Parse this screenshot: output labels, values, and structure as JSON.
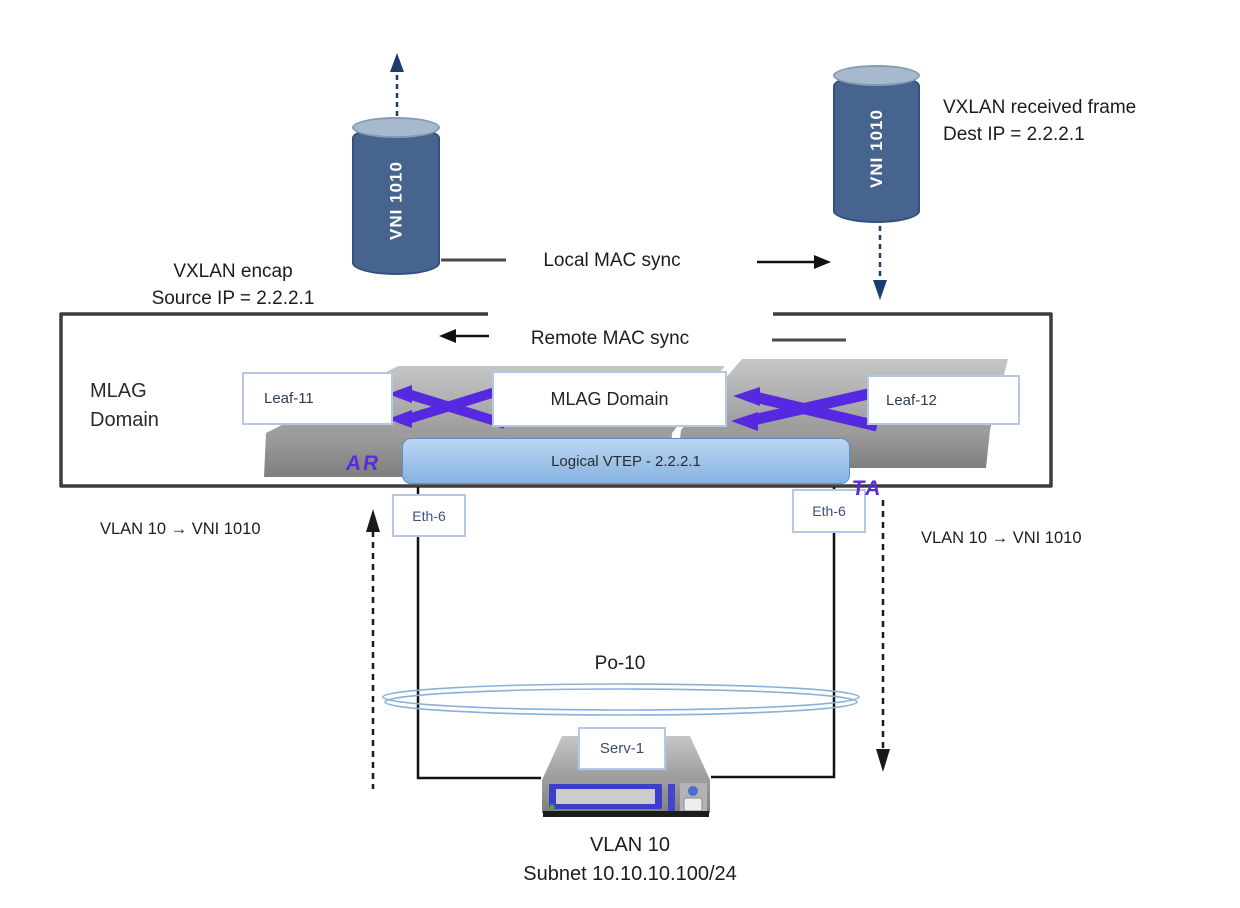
{
  "top_left": {
    "line1": "VXLAN encap",
    "line2": "Source IP = 2.2.2.1"
  },
  "top_right": {
    "line1": "VXLAN received frame",
    "line2": "Dest IP = 2.2.2.1"
  },
  "cylinders": {
    "left_label": "VNI 1010",
    "right_label": "VNI 1010"
  },
  "sync": {
    "local": "Local MAC sync",
    "remote": "Remote MAC sync"
  },
  "mlag": {
    "outer_line1": "MLAG",
    "outer_line2": "Domain",
    "center_label": "MLAG Domain",
    "leaf_left": "Leaf-11",
    "leaf_right": "Leaf-12",
    "vtep_label": "Logical VTEP - 2.2.2.1",
    "brand_left": "AR",
    "brand_right": "TA"
  },
  "ports": {
    "left": "Eth-6",
    "right": "Eth-6"
  },
  "mappings": {
    "left": "VLAN 10 → VNI 1010",
    "right": "VLAN 10 → VNI 1010"
  },
  "portchannel": {
    "label": "Po-10"
  },
  "server": {
    "label": "Serv-1",
    "caption_line1": "VLAN 10",
    "caption_line2": "Subnet 10.10.10.100/24"
  },
  "colors": {
    "cylinder_body": "#46648e",
    "cylinder_top": "#a7bacd",
    "vtep_fill": "#9cc3ea",
    "arista_purple": "#5a2bdb",
    "box_border": "#3d3d3d",
    "label_border": "#b4c7e7",
    "ellipse_stroke": "#8ab0d9",
    "dashed_arrow_blue": "#1e3c6e"
  }
}
